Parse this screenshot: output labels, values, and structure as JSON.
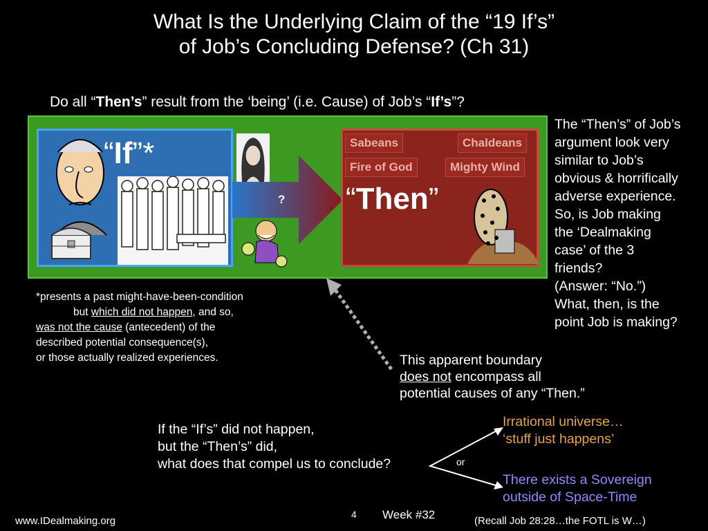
{
  "title": {
    "line1": "What Is the Underlying Claim of the “19 If’s”",
    "line2": "of Job’s Concluding Defense?  (Ch 31)"
  },
  "question": {
    "pre": "Do all “",
    "then_bold": "Then’s",
    "mid": "” result from the ‘being’ (i.e. Cause) of Job’s “",
    "ifs_bold": "If’s",
    "post": "”?"
  },
  "if_box": {
    "open_quote": "“",
    "label": "If",
    "close": "”*"
  },
  "then_box": {
    "open_quote": "“",
    "label": "Then",
    "close": "”",
    "tags": [
      "Sabeans",
      "Chaldeans",
      "Fire of God",
      "Mighty Wind"
    ]
  },
  "arrow": {
    "label": "?"
  },
  "side_text": [
    "The “Then’s” of Job’s",
    "argument look very",
    "similar to Job’s",
    "obvious & horrifically",
    "adverse experience.",
    "So, is Job making",
    "the ‘Dealmaking",
    "case’ of the 3",
    "friends?",
    "(Answer:  “No.”)",
    "What, then, is the",
    "point Job is making?"
  ],
  "footnote": {
    "line1": "*presents a past might-have-been-condition",
    "line2_pre": "but ",
    "line2_u": "which did not happen",
    "line2_post": ", and so,",
    "line3_u": "was not the cause",
    "line3_post": " (antecedent) of the",
    "line4": "described potential consequence(s),",
    "line5": "or those actually realized experiences."
  },
  "boundary": {
    "line1": "This apparent boundary",
    "line2_u": "does not",
    "line2_post": " encompass all",
    "line3": "potential causes of any “Then.”"
  },
  "compel": {
    "line1": "If the “If’s” did not happen,",
    "line2": "but the “Then’s” did,",
    "line3": "what does that compel us to conclude?"
  },
  "or_word": "or",
  "irrational": {
    "line1": "Irrational universe…",
    "line2": "‘stuff just happens’",
    "color": "#e8a33c"
  },
  "sovereign": {
    "line1": "There exists a Sovereign",
    "line2": "outside of Space-Time",
    "color": "#8c8cff"
  },
  "footer": {
    "url": "www.IDealmaking.org",
    "page_number": "4",
    "week": "Week #32",
    "recall": "(Recall Job 28:28…the FOTL is W…)"
  }
}
